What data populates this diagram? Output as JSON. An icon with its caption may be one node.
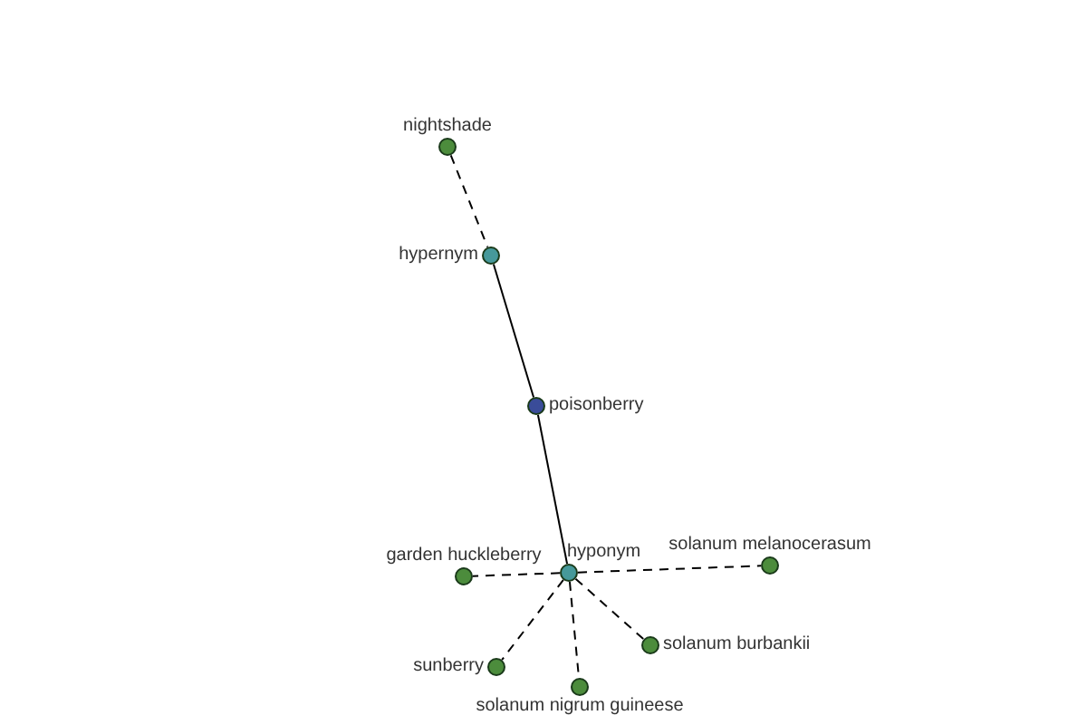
{
  "diagram": {
    "nodes": [
      {
        "text": [
          "nightshade"
        ]
      },
      {
        "text": [
          "hypernym"
        ]
      },
      {
        "text": [
          "poisonberry"
        ]
      },
      {
        "text": [
          "hyponym"
        ]
      },
      {
        "text": [
          "garden huckleberry"
        ]
      },
      {
        "text": [
          "solanum melanocerasum"
        ]
      },
      {
        "text": [
          "sunberry"
        ]
      },
      {
        "text": [
          "solanum nigrum guineese"
        ]
      },
      {
        "text": [
          "solanum burbankii"
        ]
      }
    ],
    "edges": [
      {
        "from": 0,
        "to": 1,
        "arrow": "none",
        "style": "dashed"
      },
      {
        "from": 1,
        "to": 2,
        "arrow": "none"
      },
      {
        "from": 2,
        "to": 3,
        "arrow": "none"
      },
      {
        "from": 3,
        "to": 4,
        "arrow": "none",
        "style": "dashed"
      },
      {
        "from": 3,
        "to": 5,
        "arrow": "none",
        "style": "dashed"
      },
      {
        "from": 3,
        "to": 6,
        "arrow": "none",
        "style": "dashed"
      },
      {
        "from": 3,
        "to": 7,
        "arrow": "none",
        "style": "dashed"
      },
      {
        "from": 3,
        "to": 8,
        "arrow": "none",
        "style": "dashed"
      }
    ]
  }
}
